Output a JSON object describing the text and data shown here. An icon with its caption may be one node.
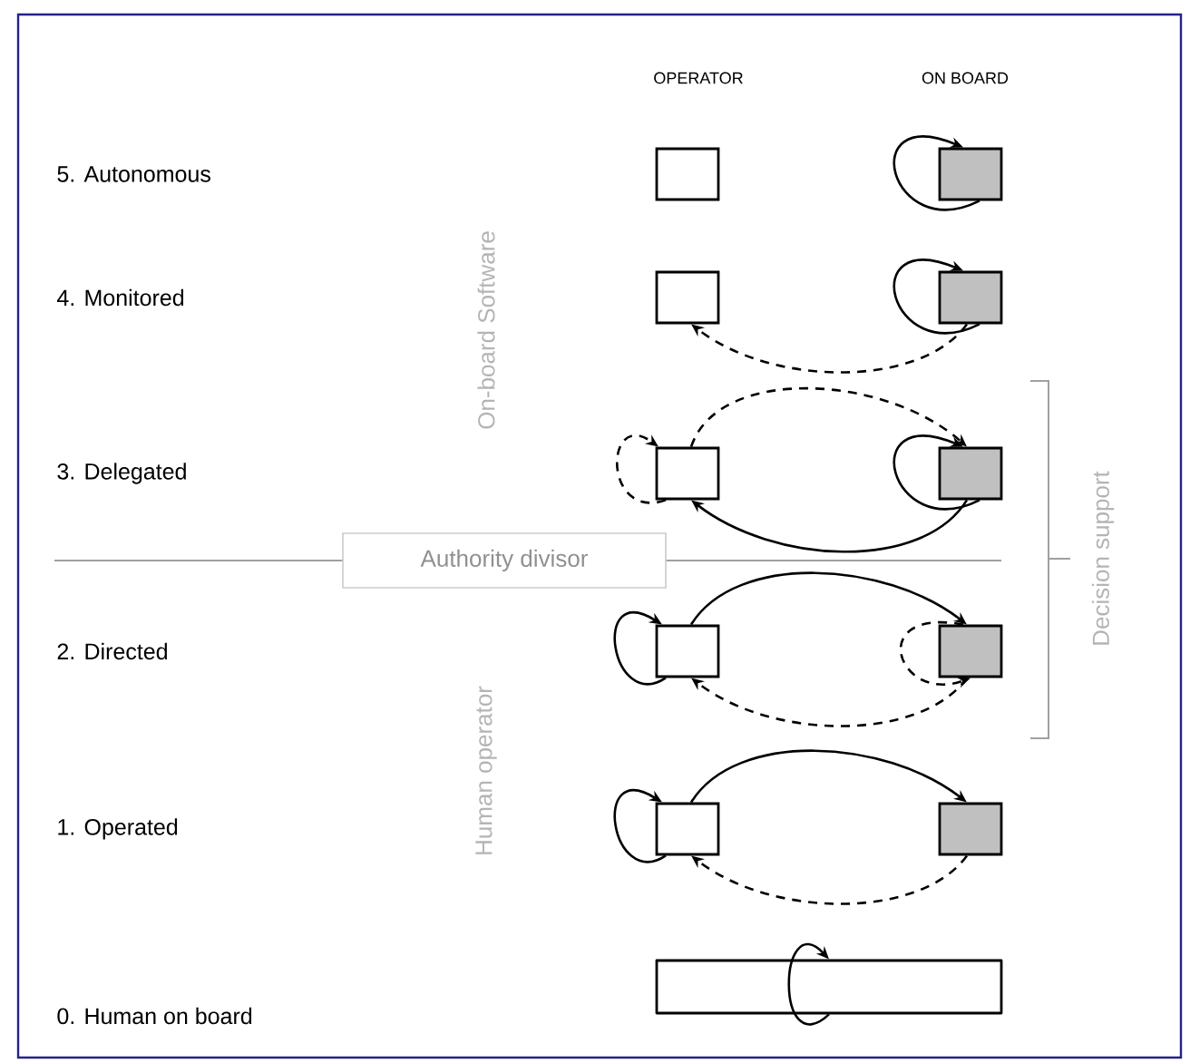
{
  "diagram": {
    "nodes": [
      {
        "text": [],
        "shape": "box"
      },
      {
        "text": [],
        "shape": "box"
      },
      {
        "text": [],
        "shape": "box"
      },
      {
        "text": [],
        "shape": "box"
      },
      {
        "text": [],
        "shape": "box"
      },
      {
        "text": [],
        "shape": "box"
      },
      {
        "text": [
          "Authority divisor"
        ]
      },
      {
        "text": [],
        "shape": "box"
      },
      {
        "text": [],
        "shape": "box"
      },
      {
        "text": [],
        "shape": "box"
      },
      {
        "text": [],
        "shape": "box"
      },
      {
        "text": [],
        "shape": "bar"
      }
    ],
    "edges": [
      {
        "from": 1,
        "to": 1,
        "arrow": "to"
      },
      {
        "from": 3,
        "to": 3,
        "arrow": "to"
      },
      {
        "from": 3,
        "to": 2,
        "arrow": "to",
        "style": "dashed"
      },
      {
        "from": 4,
        "to": 5,
        "arrow": "to",
        "style": "dashed"
      },
      {
        "from": 5,
        "to": 5,
        "arrow": "to"
      },
      {
        "from": 5,
        "to": 4,
        "arrow": "to"
      },
      {
        "from": 4,
        "to": 4,
        "arrow": "to",
        "style": "dashed"
      },
      {
        "from": 7,
        "to": 7,
        "arrow": "to"
      },
      {
        "from": 7,
        "to": 8,
        "arrow": "to"
      },
      {
        "from": 8,
        "to": 8,
        "arrow": "to",
        "style": "dashed"
      },
      {
        "from": 8,
        "to": 7,
        "arrow": "to",
        "style": "dashed"
      },
      {
        "from": 9,
        "to": 9,
        "arrow": "to"
      },
      {
        "from": 9,
        "to": 10,
        "arrow": "to"
      },
      {
        "from": 10,
        "to": 9,
        "arrow": "to",
        "style": "dashed"
      },
      {
        "from": 11,
        "to": 11,
        "arrow": "to"
      }
    ],
    "labels": [
      "OPERATOR",
      "ON BOARD",
      "5. Autonomous",
      "4. Monitored",
      "3. Delegated",
      "2. Directed",
      "1. Operated",
      "0. Human on board",
      "On-board Software",
      "Human operator",
      "Decision support"
    ]
  }
}
